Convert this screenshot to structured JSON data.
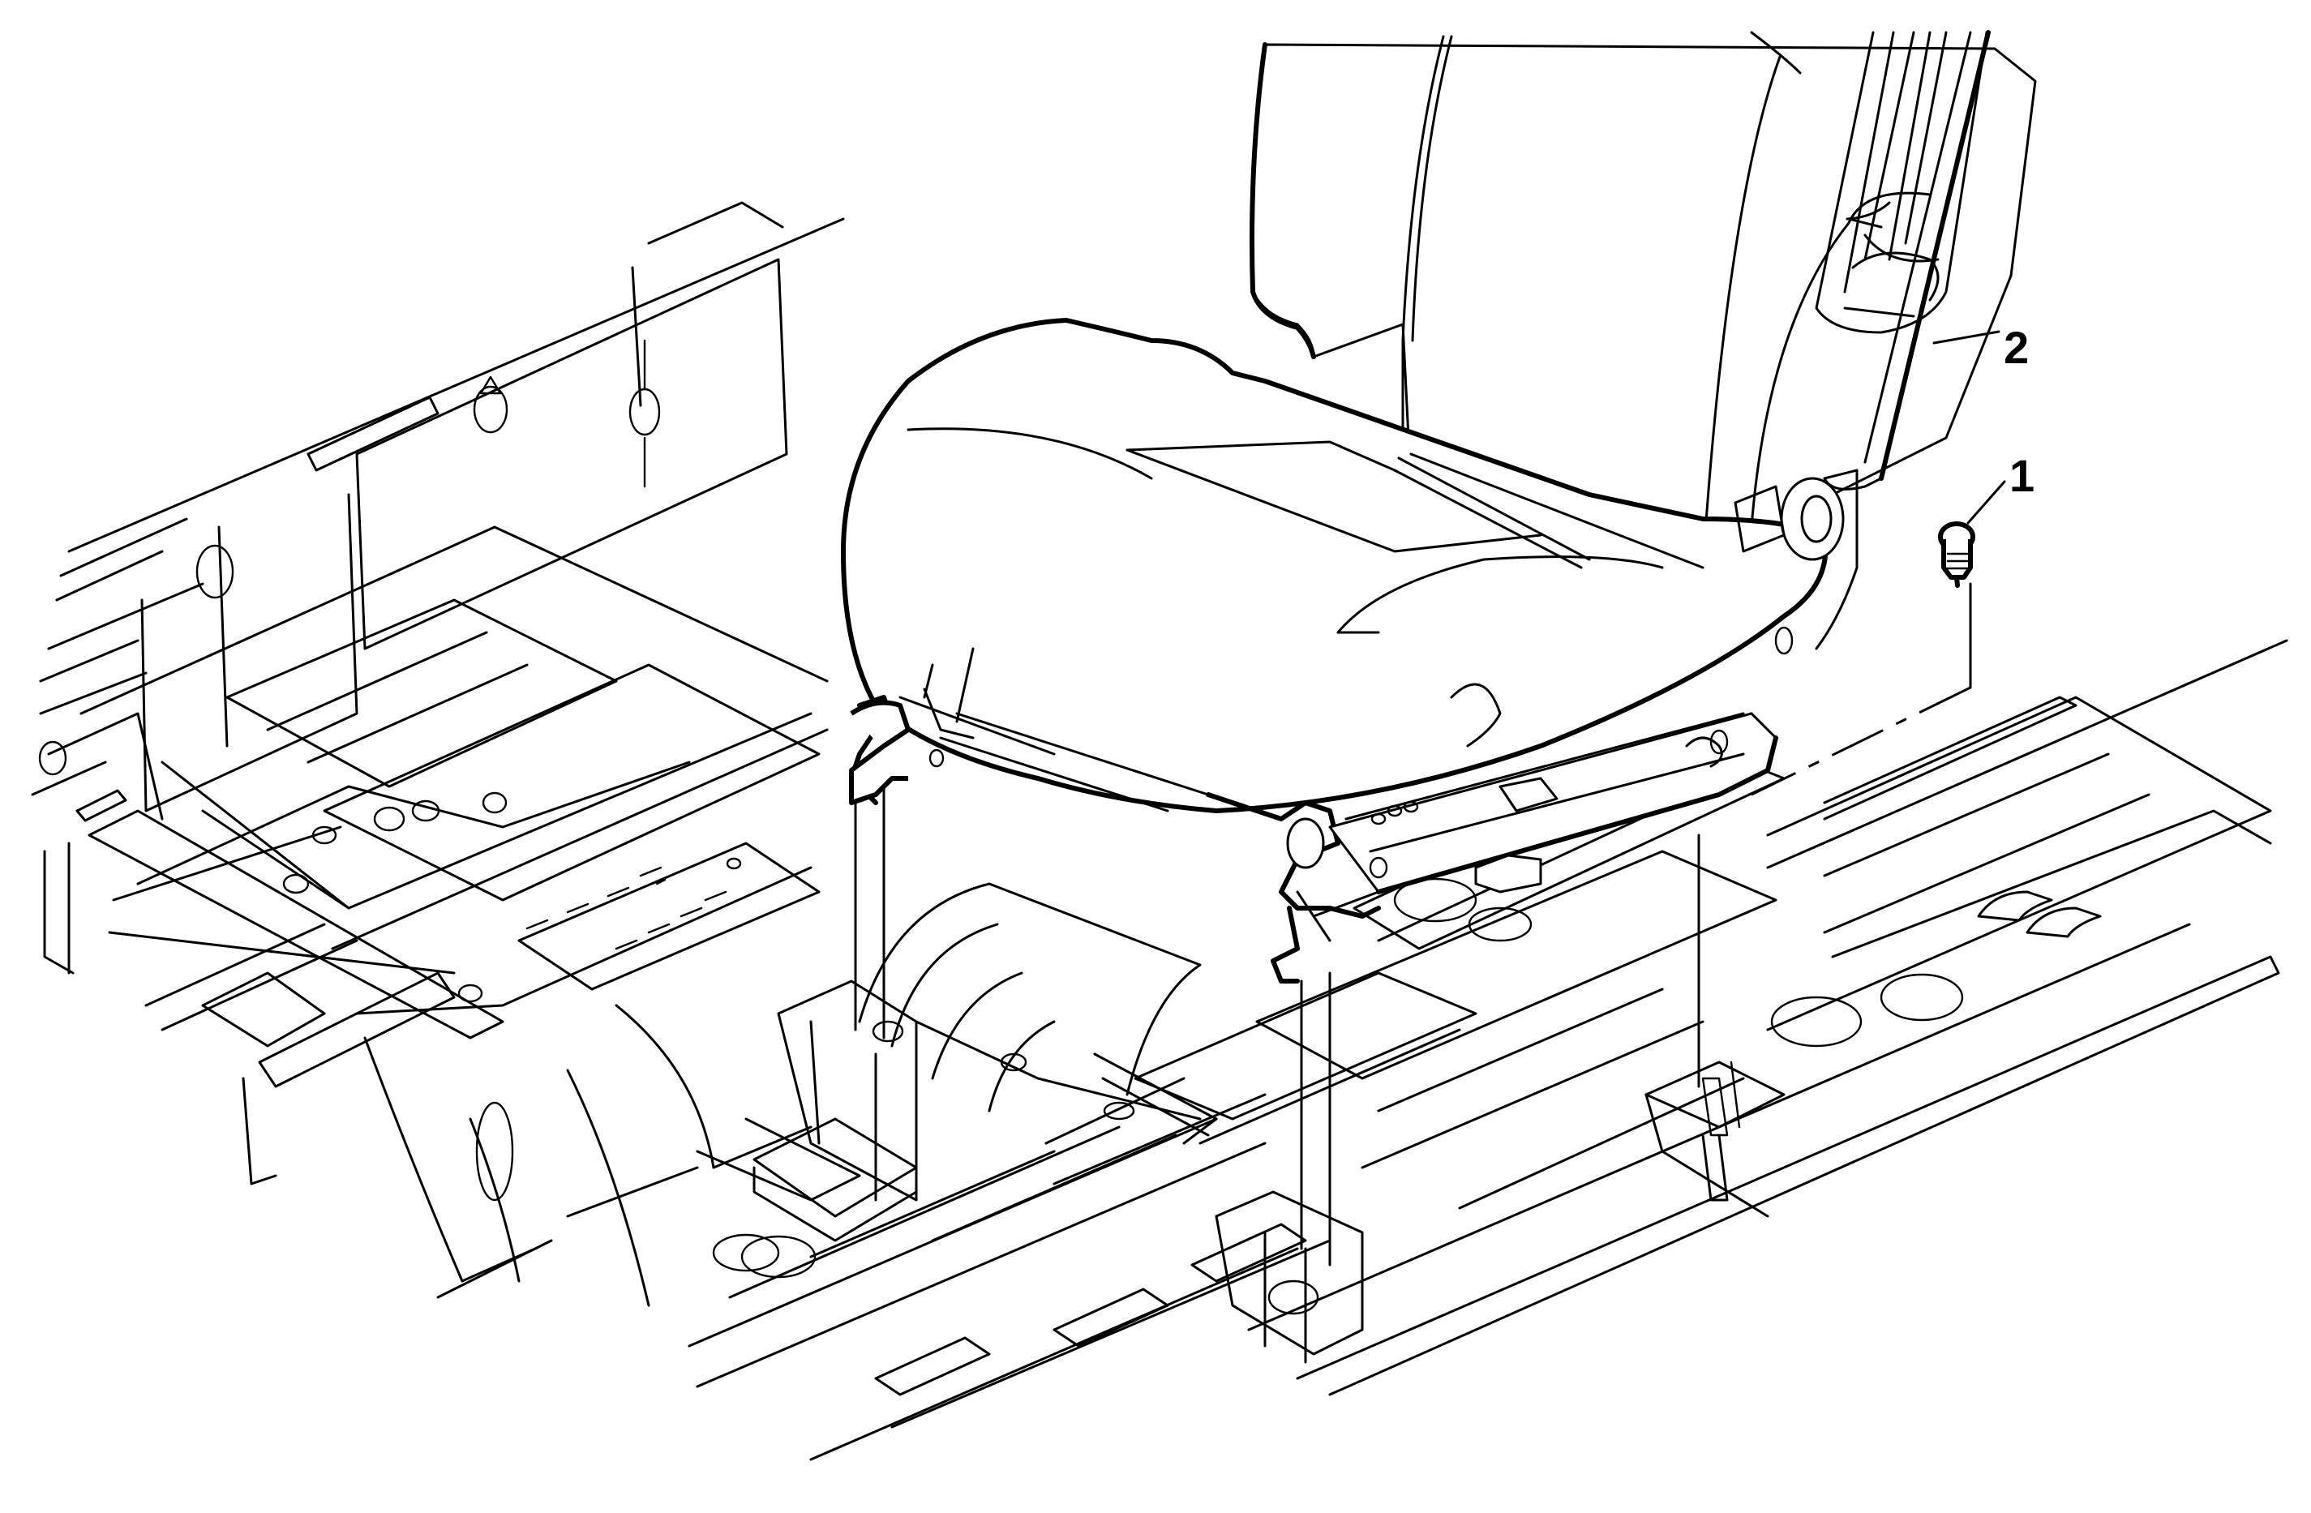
{
  "diagram": {
    "subject": "Seat installation onto vehicle floor pan (exploded view)",
    "callouts": [
      {
        "id": "1",
        "label": "1",
        "part": "bolt"
      },
      {
        "id": "2",
        "label": "2",
        "part": "seat-assembly"
      }
    ],
    "colors": {
      "line": "#000000",
      "background": "#ffffff"
    }
  }
}
